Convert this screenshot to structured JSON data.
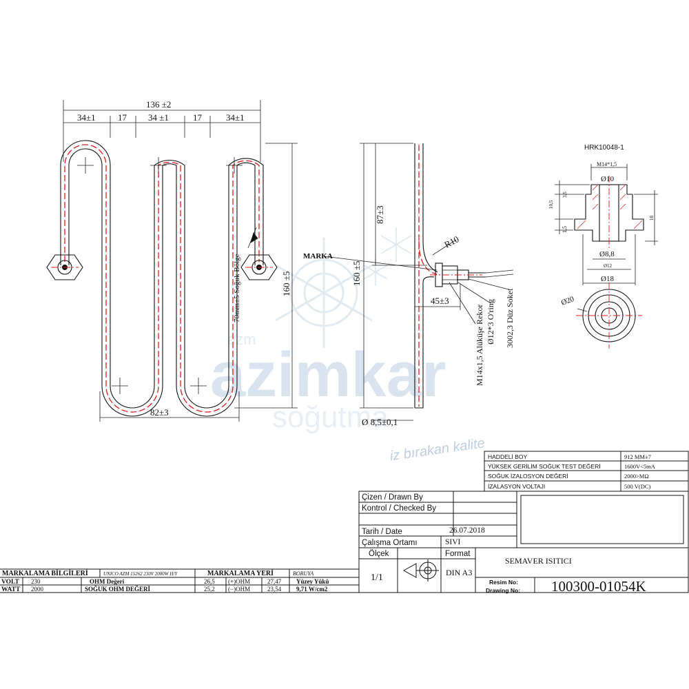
{
  "drawing": {
    "dims_left": {
      "overall_width": "136 ±2",
      "seg1": "34±1",
      "gap1": "17",
      "seg2": "34 ±1",
      "gap2": "17",
      "seg3": "34±1",
      "height": "160 ±5",
      "bottom_width": "82±3",
      "cold_zone": "70mm±5 Soğuk Bölge"
    },
    "dims_side": {
      "upper": "87±3",
      "height": "160 ±5",
      "radius": "R10",
      "offset": "45±3",
      "diameter": "Ø 8,5±0,1",
      "marka": "MARKA",
      "fitting": "M14x1,5 Alüküşe Rekor",
      "oring": "Ø12*3 O'ring",
      "socket": "3002,3 Düz Soket"
    },
    "detail": {
      "code": "HRK10048-1",
      "thread": "M14*1,5",
      "d10": "Ø10",
      "d8": "Ø8,8",
      "d12": "Ø12",
      "d18": "Ø18",
      "d20": "Ø20",
      "h_small": "3,5",
      "h_mid": "10,5",
      "h_low": "1,5",
      "h_right": "18"
    }
  },
  "watermark": {
    "small": "azm",
    "brand": "azimkar",
    "sub": "soğutma",
    "slogan": "iz bırakan kalite"
  },
  "specs": [
    {
      "label": "HADDELİ BOY",
      "value": "912 MM±7"
    },
    {
      "label": "YÜKSEK GERİLİM SOĞUK TEST DEĞERİ",
      "value": "1600V<5mA"
    },
    {
      "label": "SOĞUK İZALOSYON DEĞERİ",
      "value": "2000>MΩ"
    },
    {
      "label": "İZALASYON VOLTAJI",
      "value": "500 V(DC)"
    }
  ],
  "title_block": {
    "drawn_by": "Çizen / Drawn By",
    "checked_by": "Kontrol / Checked By",
    "date_label": "Tarih / Date",
    "date": "26.07.2018",
    "env_label": "Çalışma Ortamı",
    "env": "SIVI",
    "scale_label": "Ölçek",
    "scale": "1/1",
    "format_label": "Format",
    "format": "DIN A3",
    "title": "SEMAVER ISITICI",
    "drawing_no_label_1": "Resim No:",
    "drawing_no_label_2": "Drawing No:",
    "drawing_no": "100300-01054K"
  },
  "marking": {
    "header": "MARKALAMA BİLGİLERİ",
    "marking_text": "UNICO AZM 15262 230V 2000W H/Y",
    "place_header": "MARKALAMA YERİ",
    "place": "BORUYA",
    "volt_label": "VOLT",
    "volt": "230",
    "watt_label": "WATT",
    "watt": "2000",
    "ohm_label": "OHM Değeri",
    "ohm_value": "26,5",
    "ohm_plus_label": "(+)OHM",
    "ohm_plus": "27,47",
    "cold_ohm_label": "SOĞUK OHM DEĞERİ",
    "cold_ohm_value": "25,2",
    "ohm_minus_label": "(−)OHM",
    "ohm_minus": "23,54",
    "surface_label": "Yüzey Yükü",
    "surface": "9,71 W/cm2"
  }
}
